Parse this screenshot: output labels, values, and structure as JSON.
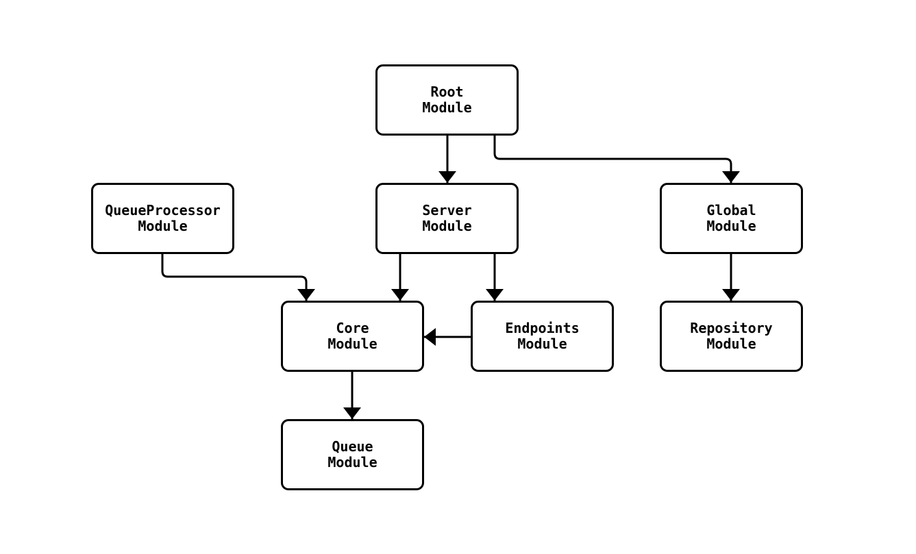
{
  "diagram": {
    "type": "module-dependency-flowchart",
    "colors": {
      "background": "#ffffff",
      "node_fill": "#ffffff",
      "node_border": "#000000",
      "edge_stroke": "#000000",
      "text": "#000000"
    },
    "nodes": [
      {
        "id": "root",
        "line1": "Root",
        "line2": "Module"
      },
      {
        "id": "server",
        "line1": "Server",
        "line2": "Module"
      },
      {
        "id": "global",
        "line1": "Global",
        "line2": "Module"
      },
      {
        "id": "queueprocessor",
        "line1": "QueueProcessor",
        "line2": "Module"
      },
      {
        "id": "core",
        "line1": "Core",
        "line2": "Module"
      },
      {
        "id": "endpoints",
        "line1": "Endpoints",
        "line2": "Module"
      },
      {
        "id": "repository",
        "line1": "Repository",
        "line2": "Module"
      },
      {
        "id": "queue",
        "line1": "Queue",
        "line2": "Module"
      }
    ],
    "edges": [
      {
        "from": "root",
        "to": "server"
      },
      {
        "from": "root",
        "to": "global"
      },
      {
        "from": "queueprocessor",
        "to": "core"
      },
      {
        "from": "server",
        "to": "core"
      },
      {
        "from": "server",
        "to": "endpoints"
      },
      {
        "from": "endpoints",
        "to": "core"
      },
      {
        "from": "global",
        "to": "repository"
      },
      {
        "from": "core",
        "to": "queue"
      }
    ]
  }
}
